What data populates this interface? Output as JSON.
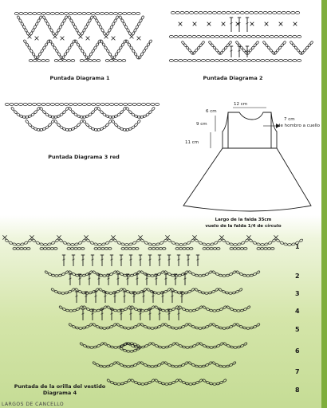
{
  "captions": {
    "d1": "Puntada Diagrama 1",
    "d2": "Puntada Diagrama 2",
    "d3": "Puntada Diagrama 3 red",
    "d4_line1": "Puntada de la orilla del vestido",
    "d4_line2": "Diagrama 4"
  },
  "dress": {
    "top_width": "12 cm",
    "shoulder": "6 cm",
    "armhole": "9 cm",
    "side": "11 cm",
    "neck": "7 cm",
    "neck_note": "de hombro a cuello",
    "skirt_length": "Largo de la falda 35cm",
    "skirt_flare": "vuelo de la falda 1/4 de círculo"
  },
  "row_numbers": [
    "1",
    "2",
    "3",
    "4",
    "5",
    "6",
    "7",
    "8"
  ],
  "footer": "LARGOS DE CANCELLO",
  "colors": {
    "ink": "#1a1a1a",
    "green_bg": "#c5dc95",
    "green_border": "#7fae3c"
  }
}
